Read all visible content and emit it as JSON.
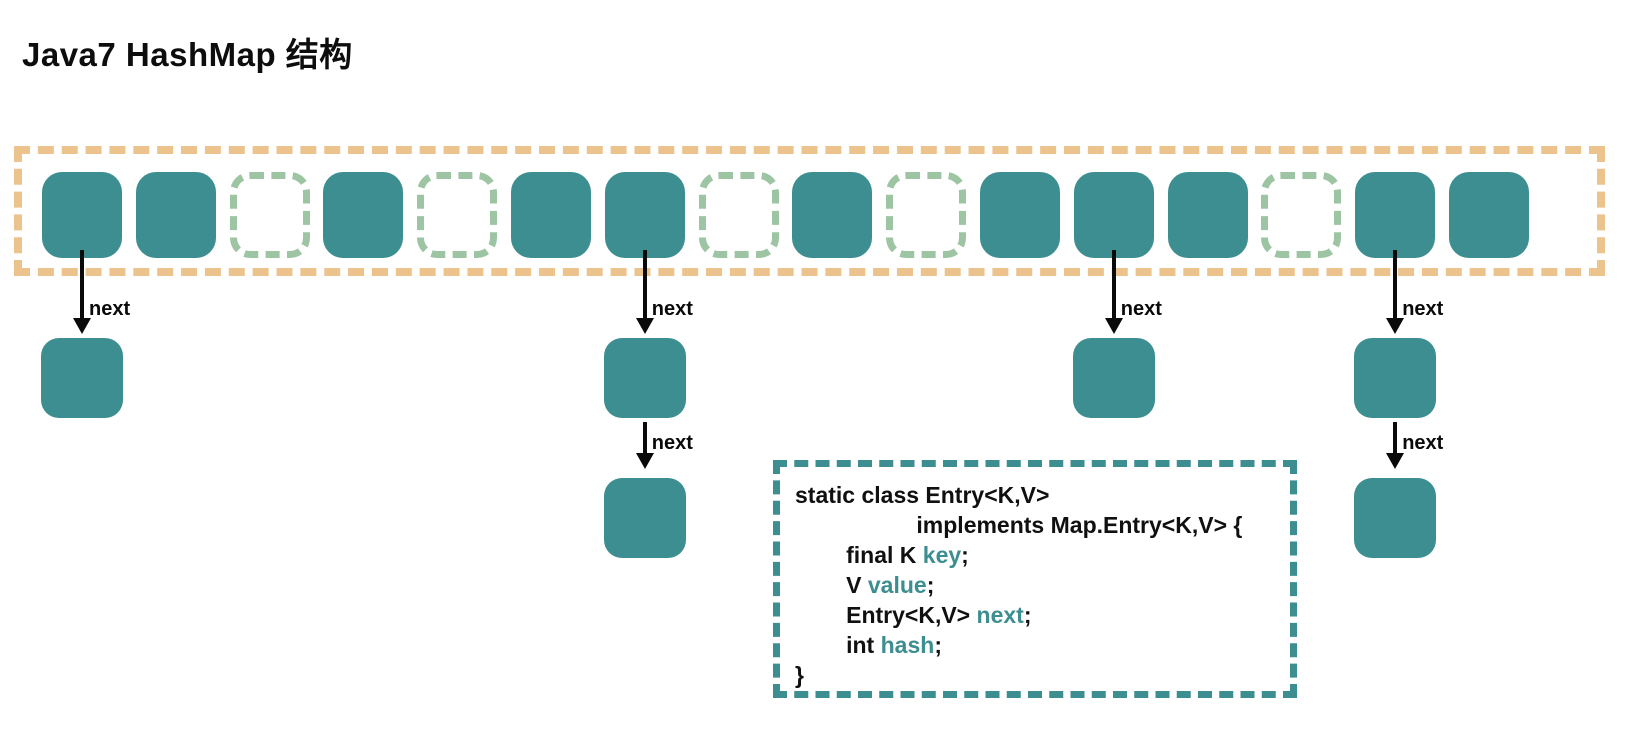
{
  "title": "Java7 HashMap 结构",
  "colors": {
    "teal": "#3D8E90",
    "empty_cell_green": "#9DC5A3",
    "array_border_orange": "#ECC28D",
    "text_black": "#0D0D0D"
  },
  "bucket_array": {
    "cells": [
      "filled",
      "filled",
      "empty",
      "filled",
      "empty",
      "filled",
      "filled",
      "empty",
      "filled",
      "empty",
      "filled",
      "filled",
      "filled",
      "empty",
      "filled",
      "filled"
    ]
  },
  "chains": [
    {
      "bucket_index": 0,
      "nodes": 1,
      "arrow_label": "next"
    },
    {
      "bucket_index": 6,
      "nodes": 2,
      "arrow_label": "next"
    },
    {
      "bucket_index": 11,
      "nodes": 1,
      "arrow_label": "next"
    },
    {
      "bucket_index": 14,
      "nodes": 2,
      "arrow_label": "next"
    }
  ],
  "code_box": {
    "lines": [
      {
        "segments": [
          {
            "text": "static class Entry<K,V>",
            "color": "plain"
          }
        ]
      },
      {
        "segments": [
          {
            "text": "                   implements Map.Entry<K,V> {",
            "color": "plain"
          }
        ]
      },
      {
        "segments": [
          {
            "text": "        final K ",
            "color": "plain"
          },
          {
            "text": "key",
            "color": "accent"
          },
          {
            "text": ";",
            "color": "plain"
          }
        ]
      },
      {
        "segments": [
          {
            "text": "        V ",
            "color": "plain"
          },
          {
            "text": "value",
            "color": "accent"
          },
          {
            "text": ";",
            "color": "plain"
          }
        ]
      },
      {
        "segments": [
          {
            "text": "        Entry<K,V> ",
            "color": "plain"
          },
          {
            "text": "next",
            "color": "accent"
          },
          {
            "text": ";",
            "color": "plain"
          }
        ]
      },
      {
        "segments": [
          {
            "text": "        int ",
            "color": "plain"
          },
          {
            "text": "hash",
            "color": "accent"
          },
          {
            "text": ";",
            "color": "plain"
          }
        ]
      },
      {
        "segments": [
          {
            "text": "}",
            "color": "plain"
          }
        ]
      }
    ]
  }
}
